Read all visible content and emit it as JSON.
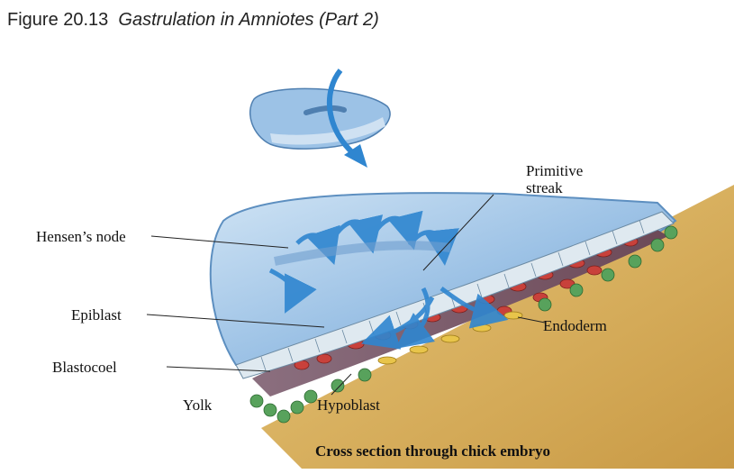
{
  "figure": {
    "number": "Figure 20.13",
    "title": "Gastrulation in Amniotes (Part 2)"
  },
  "labels": {
    "primitive_streak_line1": "Primitive",
    "primitive_streak_line2": "streak",
    "hensens_node": "Hensen’s node",
    "epiblast": "Epiblast",
    "blastocoel": "Blastocoel",
    "yolk": "Yolk",
    "hypoblast": "Hypoblast",
    "endoderm": "Endoderm"
  },
  "caption": "Cross section through chick embryo",
  "colors": {
    "yolk": "#dcb35f",
    "embryo_top": "#a7c9e8",
    "embryo_edge": "#5d8fc0",
    "arrow": "#2f86d0",
    "cells_red": "#c8413b",
    "hypoblast_green": "#58a25c",
    "endoderm_yellow": "#e8c44a",
    "epiblast_cells": "#dfe9f0"
  },
  "icons": [
    "curved-arrow-icon",
    "embryo-disc-icon"
  ]
}
